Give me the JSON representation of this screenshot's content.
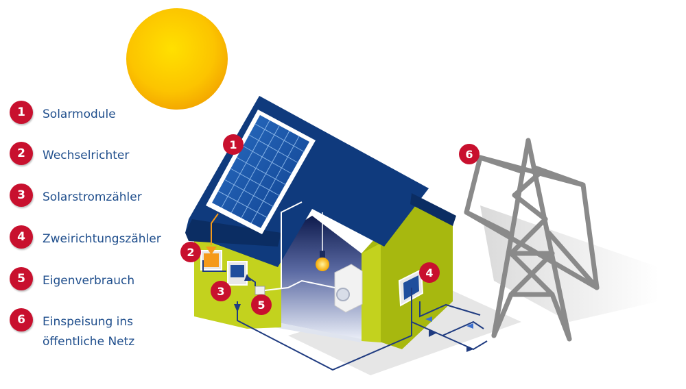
{
  "legend": {
    "items": [
      {
        "number": "1",
        "label": "Solarmodule"
      },
      {
        "number": "2",
        "label": "Wechselrichter"
      },
      {
        "number": "3",
        "label": "Solarstromzähler"
      },
      {
        "number": "4",
        "label": "Zweirichtungszähler"
      },
      {
        "number": "5",
        "label": "Eigenverbrauch"
      },
      {
        "number": "6",
        "label_line1": "Einspeisung ins",
        "label_line2": "öffentliche Netz"
      }
    ]
  },
  "callouts": {
    "solar_panel": "1",
    "inverter": "2",
    "solar_meter": "3",
    "bidirectional_meter": "4",
    "self_consumption": "5",
    "grid_tower": "6"
  },
  "colors": {
    "badge": "#c8102e",
    "legend_text": "#1f4e8c",
    "roof": "#10397a",
    "wall_front": "#c3d21e",
    "wall_side": "#a7b80f",
    "wire": "#1f3b80",
    "sun": "#f8b800",
    "tower": "#8a8a8a"
  }
}
